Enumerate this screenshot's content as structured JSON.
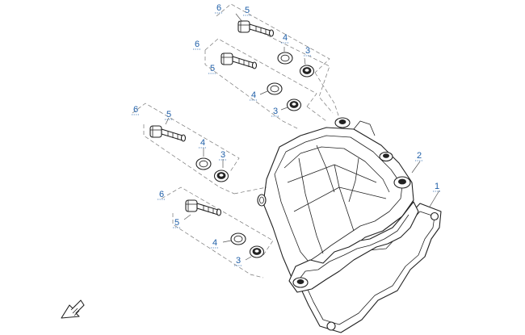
{
  "diagram": {
    "callouts": [
      {
        "id": "c-6a",
        "text": "6"
      },
      {
        "id": "c-5a",
        "text": "5"
      },
      {
        "id": "c-4a",
        "text": "4"
      },
      {
        "id": "c-3a",
        "text": "3"
      },
      {
        "id": "c-6b",
        "text": "6"
      },
      {
        "id": "c-5b",
        "text": "5"
      },
      {
        "id": "c-4b",
        "text": "4"
      },
      {
        "id": "c-3b",
        "text": "3"
      },
      {
        "id": "c-6c",
        "text": "6"
      },
      {
        "id": "c-5c",
        "text": "5"
      },
      {
        "id": "c-4c",
        "text": "4"
      },
      {
        "id": "c-3c",
        "text": "3"
      },
      {
        "id": "c-6d",
        "text": "6"
      },
      {
        "id": "c-5d",
        "text": "5"
      },
      {
        "id": "c-4d",
        "text": "4"
      },
      {
        "id": "c-3d",
        "text": "3"
      },
      {
        "id": "c-2",
        "text": "2"
      },
      {
        "id": "c-1",
        "text": "1"
      }
    ],
    "orientation_icon": "front-direction-arrow-icon"
  }
}
